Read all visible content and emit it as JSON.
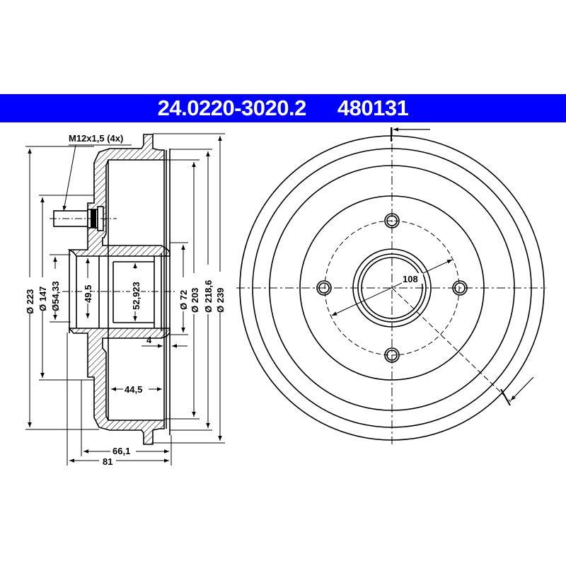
{
  "header": {
    "part_number": "24.0220-3020.2",
    "reference_number": "480131",
    "background_color": "#0000ff",
    "text_color": "#ffffff"
  },
  "section_view": {
    "thread_label": "M12x1,5 (4x)",
    "left_dimensions": {
      "d223": "Ø 223",
      "d147": "Ø 147",
      "d54_33": "Ø54,33"
    },
    "inner_dimensions": {
      "bore_49_5": "49,5",
      "bore_52_923": "52,923",
      "depth_44_5": "44,5",
      "rim_4": "4"
    },
    "right_dimensions": {
      "d72": "Ø 72",
      "d203": "Ø 203",
      "d218_6": "Ø 218,6",
      "d239": "Ø 239"
    },
    "bottom_dimensions": {
      "w66_1": "66,1",
      "w81": "81"
    }
  },
  "front_view": {
    "pitch_circle_label": "108",
    "bolt_hole_count": 4
  }
}
